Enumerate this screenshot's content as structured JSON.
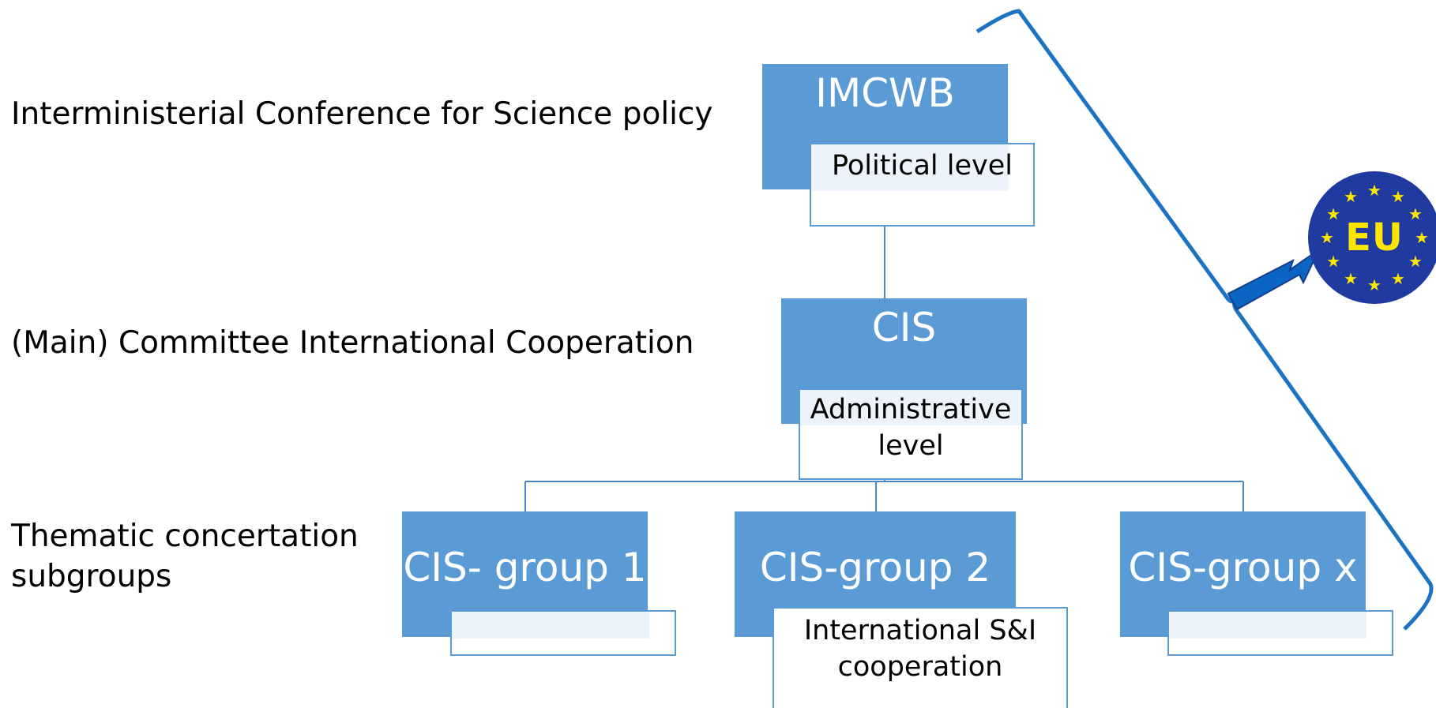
{
  "levels": {
    "political": "Interministerial Conference for Science policy",
    "main": "(Main) Committee International Cooperation",
    "thematic_line1": "Thematic concertation",
    "thematic_line2": "subgroups"
  },
  "nodes": {
    "imcwb": {
      "title": "IMCWB",
      "sub": "Political level"
    },
    "cis": {
      "title": "CIS",
      "sub_line1": "Administrative",
      "sub_line2": "level"
    },
    "group1": {
      "title": "CIS- group 1",
      "sub": ""
    },
    "group2": {
      "title": "CIS-group 2",
      "sub_line1": "International S&I",
      "sub_line2": "cooperation"
    },
    "groupx": {
      "title": "CIS-group x",
      "sub": ""
    }
  },
  "eu_badge": {
    "text": "EU",
    "icon": "eu-flag-icon"
  },
  "colors": {
    "box": "#5b9bd5",
    "bracket": "#1b73c3",
    "arrow": "#0b66c3",
    "eu_blue": "#1f3ba0",
    "eu_star": "#ffe600"
  }
}
